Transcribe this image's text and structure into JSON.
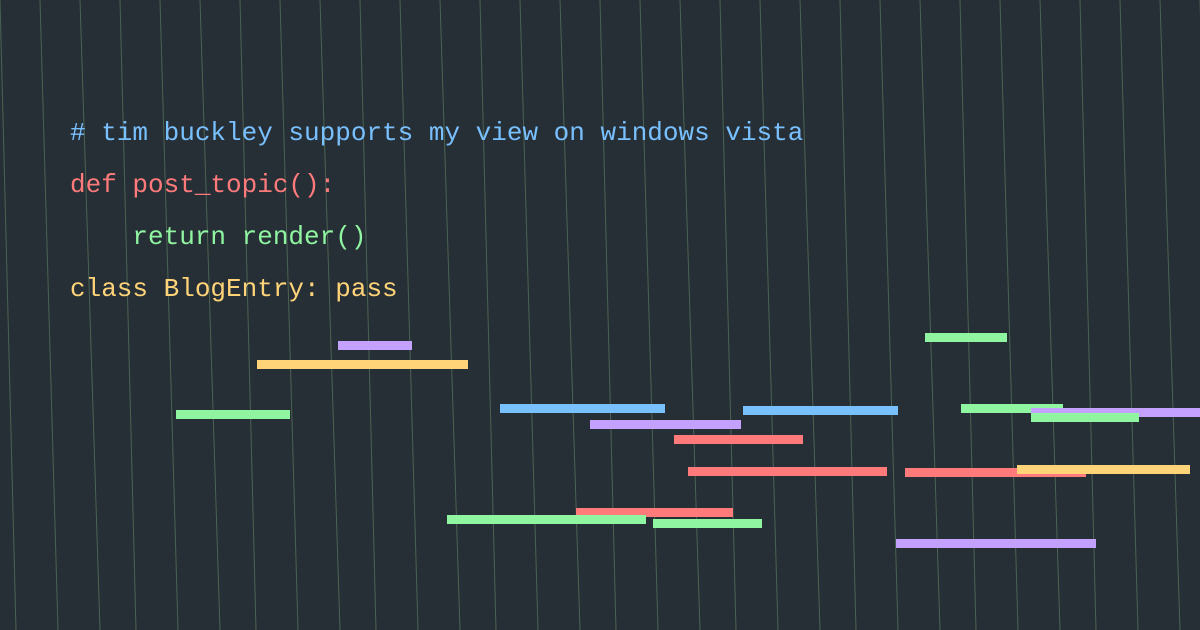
{
  "colors": {
    "background": "#262e36",
    "guide_line": "#6a8f6a",
    "comment": "#79c0ff",
    "keyword": "#ff7b7b",
    "body": "#8ff5a0",
    "class": "#ffd479",
    "purple": "#c4a0ff"
  },
  "code": {
    "line1": "# tim buckley supports my view on windows vista",
    "line2": "def post_topic():",
    "line3": "    return render()",
    "line4": "class BlogEntry: pass"
  }
}
